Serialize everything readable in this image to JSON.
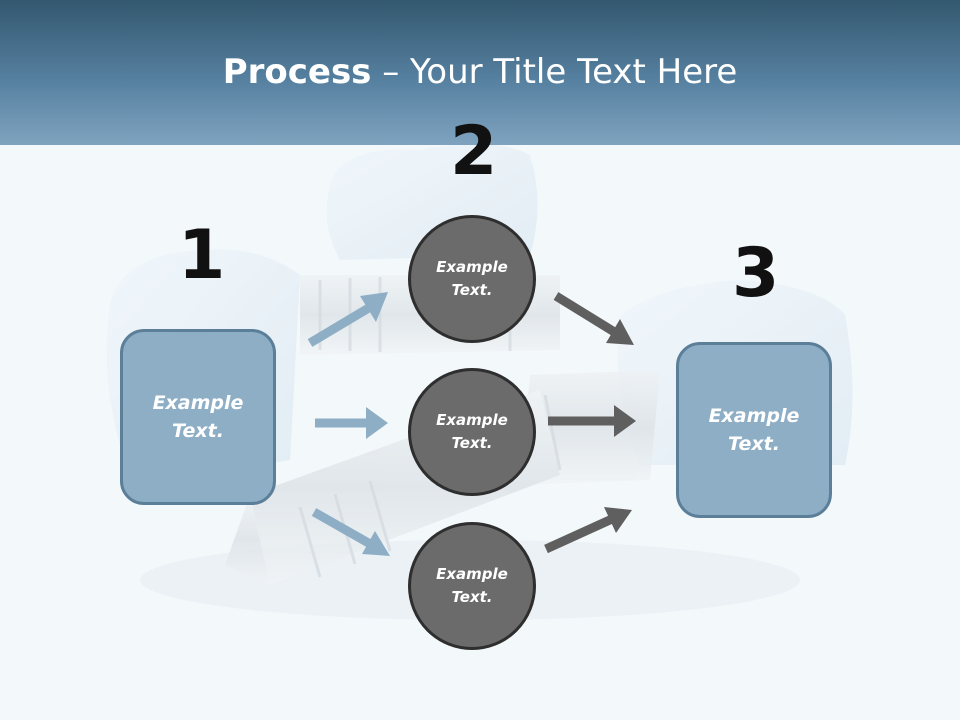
{
  "title": {
    "bold": "Process",
    "rest": " – Your Title Text Here"
  },
  "steps": [
    {
      "number": "1",
      "label": "Example Text."
    },
    {
      "number": "2",
      "items": [
        "Example Text.",
        "Example Text.",
        "Example Text."
      ]
    },
    {
      "number": "3",
      "label": "Example Text."
    }
  ],
  "colors": {
    "header": "#33586f",
    "box": "#8eaec6",
    "circle": "#6b6b6b",
    "arrow_left": "#8eaec6",
    "arrow_right": "#5f5f5f"
  }
}
